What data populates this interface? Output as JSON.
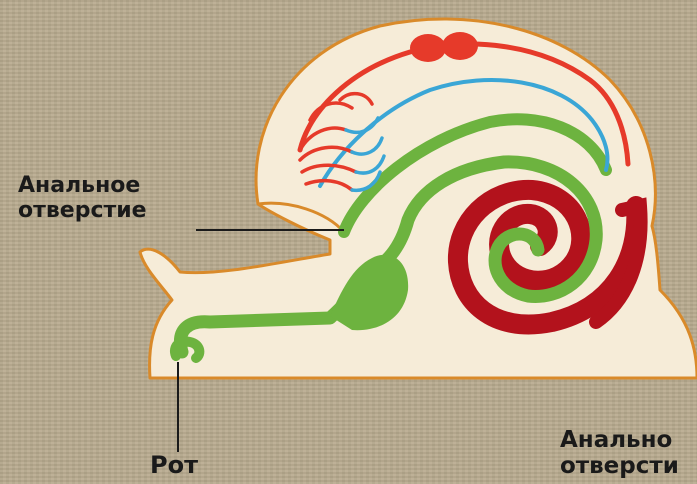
{
  "labels": {
    "anal_opening_line1": "Анальное",
    "anal_opening_line2": "отверстие",
    "mouth": "Рот",
    "anal_opening_cut_line1": "Анально",
    "anal_opening_cut_line2": "отверсти"
  },
  "colors": {
    "body": "#f6ecd8",
    "outline": "#d98a2a",
    "digestive": "#6db33f",
    "artery": "#e63a2a",
    "vein": "#3aa6d6",
    "liver": "#b3121c",
    "background": "#b8aa8e"
  }
}
